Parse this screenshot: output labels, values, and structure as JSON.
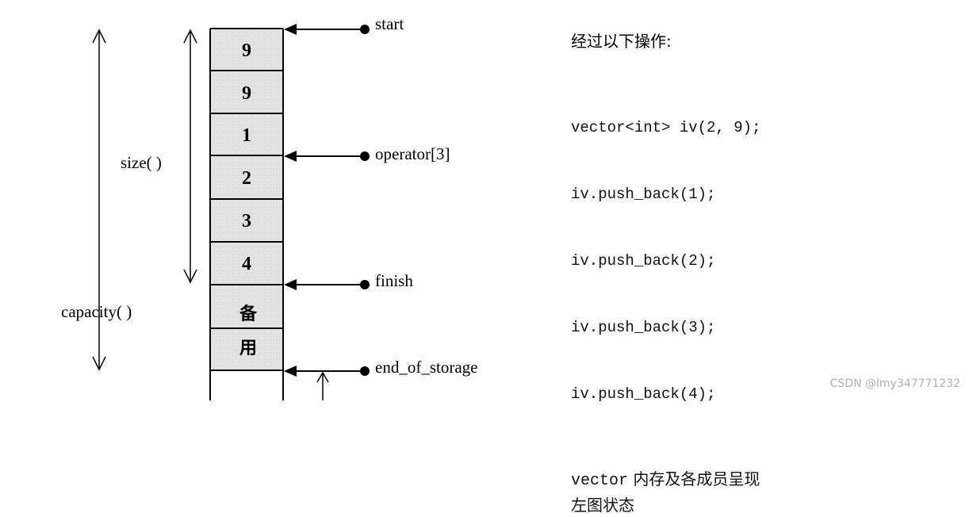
{
  "diagram": {
    "cells": [
      "9",
      "9",
      "1",
      "2",
      "3",
      "4",
      "备",
      "用"
    ],
    "pointers": {
      "start": "start",
      "operator": "operator[3]",
      "finish": "finish",
      "end_of_storage": "end_of_storage"
    },
    "measures": {
      "size": "size( )",
      "capacity": "capacity( )"
    }
  },
  "explanation": {
    "heading": "经过以下操作:",
    "code_lines": [
      "vector<int> iv(2, 9);",
      "iv.push_back(1);",
      "iv.push_back(2);",
      "iv.push_back(3);",
      "iv.push_back(4);"
    ],
    "desc_code": "vector",
    "desc_text_1": "内存及各成员呈现",
    "desc_text_2": "左图状态"
  },
  "watermark": "CSDN @lmy347771232",
  "colors": {
    "cell_fill": "#e4e4e4",
    "line": "#000000",
    "watermark": "#b0b0b0"
  }
}
